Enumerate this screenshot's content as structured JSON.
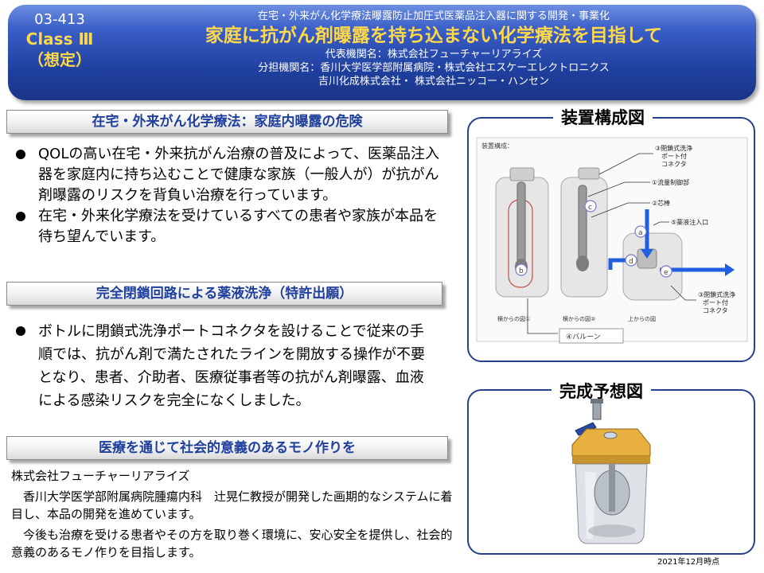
{
  "header": {
    "id": "03-413",
    "class": "Class Ⅲ",
    "assumed": "（想定）",
    "subtitle": "在宅・外来がん化学療法曝露防止加圧式医薬品注入器に関する開発・事業化",
    "title": "家庭に抗がん剤曝露を持ち込まない化学療法を目指して",
    "org_lines": [
      "代表機関名：株式会社フューチャーリアライズ",
      "分担機関名：香川大学医学部附属病院・株式会社エスケーエレクトロニクス",
      "吉川化成株式会社・ 株式会社ニッコー・ハンセン"
    ]
  },
  "sections": [
    {
      "heading": "在宅・外来がん化学療法：家庭内曝露の危険",
      "bullets": [
        "QOLの高い在宅・外来抗がん治療の普及によって、医薬品注入器を家庭内に持ち込むことで健康な家族（一般人が）が抗がん剤曝露のリスクを背負い治療を行っています。",
        "在宅・外来化学療法を受けているすべての患者や家族が本品を待ち望んでいます。"
      ]
    },
    {
      "heading": "完全閉鎖回路による薬液洗浄（特許出願）",
      "bullets": [
        "ボトルに閉鎖式洗浄ポートコネクタを設けることで従来の手順では、抗がん剤で満たされたラインを開放する操作が不要となり、患者、介助者、医療従事者等の抗がん剤曝露、血液による感染リスクを完全になくしました。"
      ]
    },
    {
      "heading": "医療を通じて社会的意義のあるモノ作りを",
      "company": "株式会社フューチャーリアライズ",
      "paragraphs": [
        "香川大学医学部附属病院腫瘍内科　辻晃仁教授が開発した画期的なシステムに着目し、本品の開発を進めています。",
        "今後も治療を受ける患者やその方を取り巻く環境に、安心安全を提供し、社会的意義のあるモノ作りを目指します。"
      ]
    }
  ],
  "diagram": {
    "title": "装置構成図",
    "corner_label": "装置構成：",
    "labels": {
      "port_top": [
        "③閉鎖式洗浄",
        "ポート付",
        "コネクタ"
      ],
      "flow_valve": "①流量制御部",
      "core": "②芯棒",
      "inlet": "⑤薬液注入口",
      "port_bottom": [
        "③閉鎖式洗浄",
        "ポート付",
        "コネクタ"
      ],
      "side1": "横からの図①",
      "side2": "横からの図②",
      "top_view": "上からの図",
      "balloon": "④バルーン",
      "circle_a": "a",
      "circle_b": "b",
      "circle_c": "c",
      "circle_d": "d",
      "circle_e": "e"
    }
  },
  "product": {
    "title": "完成予想図"
  },
  "date_note": "2021年12月時点",
  "colors": {
    "header_blue": "#1f3f9e",
    "title_yellow": "#ffd84a",
    "heading_blue": "#1f3f9e",
    "arrow_blue": "#1f5fe0",
    "device_gold": "#e8b040"
  }
}
